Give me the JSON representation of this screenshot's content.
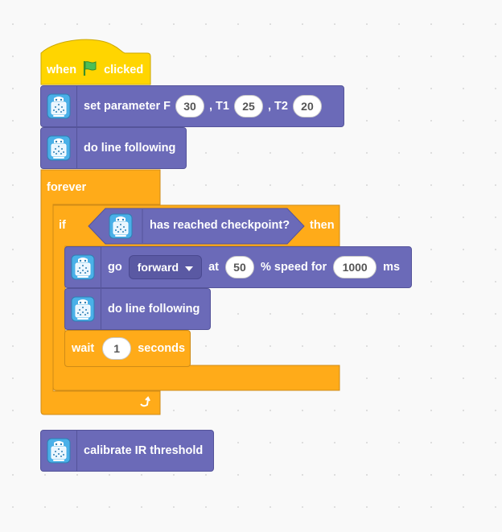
{
  "hat": {
    "when": "when",
    "flag_icon": "green-flag-icon",
    "clicked": "clicked"
  },
  "set_param": {
    "label": "set parameter F",
    "f": "30",
    "t1_label": ", T1",
    "t1": "25",
    "t2_label": ", T2",
    "t2": "20"
  },
  "line_following": {
    "label": "do line following"
  },
  "forever": {
    "label": "forever",
    "loop_icon": "loop-arrow-icon"
  },
  "if_block": {
    "if": "if",
    "condition": "has reached checkpoint?",
    "then": "then"
  },
  "go": {
    "label": "go",
    "direction": "forward",
    "at": "at",
    "speed": "50",
    "speed_label": "% speed for",
    "duration": "1000",
    "unit": "ms"
  },
  "line_following_2": {
    "label": "do line following"
  },
  "wait": {
    "label": "wait",
    "value": "1",
    "unit": "seconds"
  },
  "calibrate": {
    "label": "calibrate IR threshold"
  },
  "colors": {
    "purple": "#6b6ab8",
    "orange": "#ffab19",
    "yellow": "#ffd500",
    "icon_bg": "#4ab0e8"
  }
}
